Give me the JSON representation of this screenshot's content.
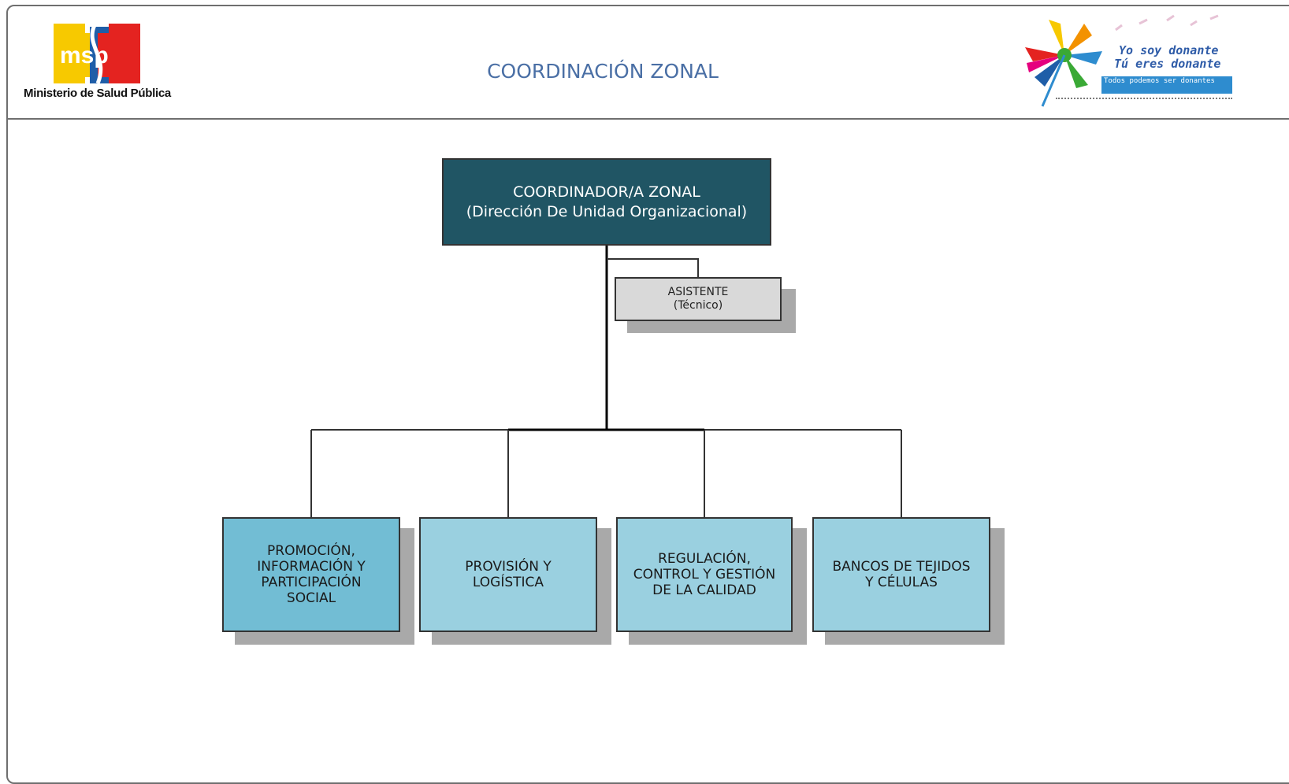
{
  "header": {
    "logo_text": "msp",
    "ministry_name": "Ministerio de Salud Pública",
    "title": "COORDINACIÓN ZONAL",
    "banner": {
      "line1": "Yo soy donante",
      "line2": "Tú eres donante",
      "strip_text": "Todos podemos ser donantes"
    }
  },
  "chart": {
    "top": {
      "title": "COORDINADOR/A ZONAL",
      "subtitle": "(Dirección De Unidad Organizacional)"
    },
    "assistant": {
      "title": "ASISTENTE",
      "subtitle": "(Técnico)"
    },
    "units": [
      {
        "label": "PROMOCIÓN,\nINFORMACIÓN Y\nPARTICIPACIÓN\nSOCIAL"
      },
      {
        "label": "PROVISIÓN Y\nLOGÍSTICA"
      },
      {
        "label": "REGULACIÓN,\nCONTROL Y GESTIÓN\nDE LA CALIDAD"
      },
      {
        "label": "BANCOS DE TEJIDOS\nY CÉLULAS"
      }
    ],
    "colors": {
      "top_box": "#205564",
      "assistant_box": "#d9d9d9",
      "unit_box": "#9ad0e0",
      "unit_box_first": "#72bdd4"
    }
  }
}
